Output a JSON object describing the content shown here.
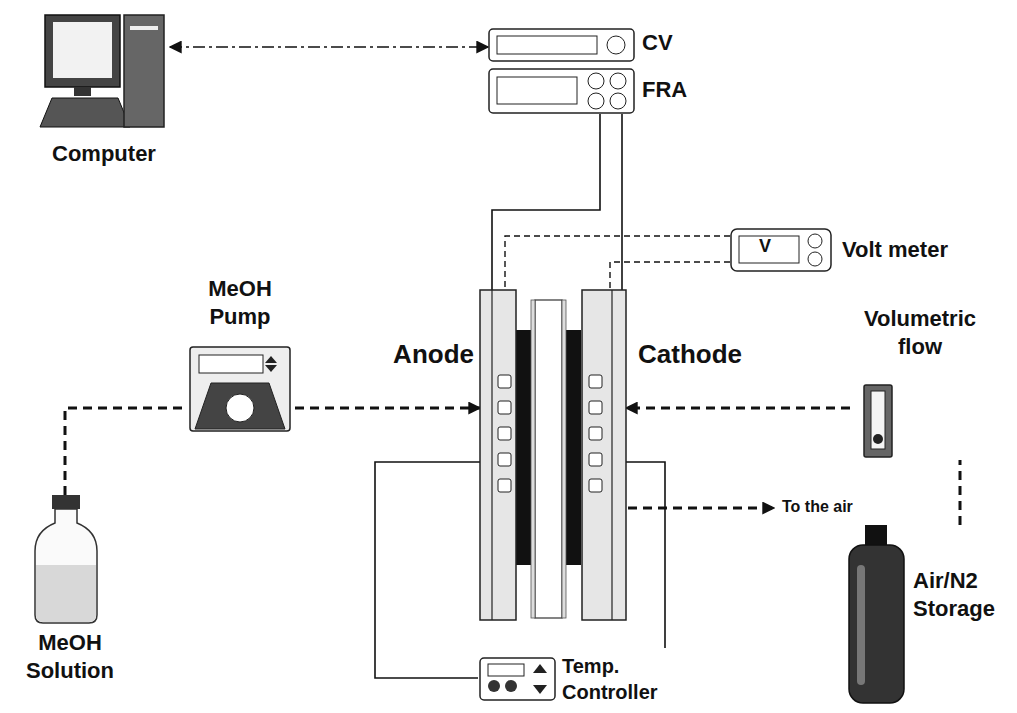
{
  "diagram": {
    "nodes": [
      {
        "text": [
          "Computer"
        ]
      },
      {
        "text": [
          "CV"
        ]
      },
      {
        "text": [
          "FRA"
        ]
      },
      {
        "text": [
          "MeOH Pump"
        ]
      },
      {
        "text": [
          "Anode"
        ]
      },
      {
        "text": [
          "Cathode"
        ]
      },
      {
        "text": [
          "Volt meter"
        ]
      },
      {
        "text": [
          "Volumetric flow"
        ]
      },
      {
        "text": [
          "MeOH Solution"
        ]
      },
      {
        "text": [
          "Air/N2 Storage"
        ]
      },
      {
        "text": [
          "Temp. Controller"
        ]
      }
    ],
    "edges": [
      {
        "from": 0,
        "to": 1,
        "arrow": "both"
      },
      {
        "from": 2,
        "to": 4,
        "arrow": "none"
      },
      {
        "from": 2,
        "to": 5,
        "arrow": "none"
      },
      {
        "from": 6,
        "to": 4,
        "arrow": "none"
      },
      {
        "from": 6,
        "to": 5,
        "arrow": "none"
      },
      {
        "from": 8,
        "to": 3,
        "arrow": "none"
      },
      {
        "from": 3,
        "to": 4,
        "arrow": "to"
      },
      {
        "from": 9,
        "to": 7,
        "arrow": "none"
      },
      {
        "from": 7,
        "to": 5,
        "arrow": "to"
      },
      {
        "from": 10,
        "to": 4,
        "arrow": "none"
      },
      {
        "from": 10,
        "to": 5,
        "arrow": "none"
      }
    ],
    "labels": [
      "V",
      "To the air"
    ]
  }
}
